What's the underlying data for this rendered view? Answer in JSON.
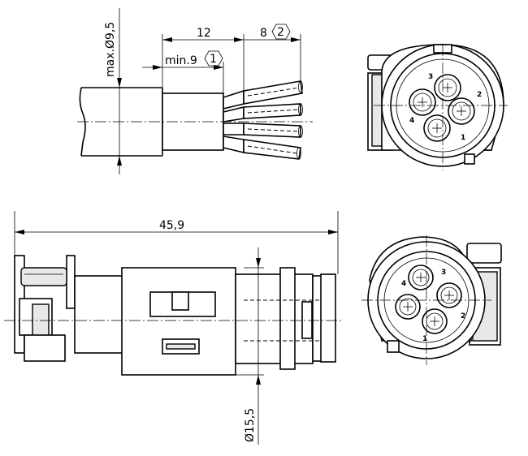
{
  "dimensions": {
    "max_diameter": "max.Ø9,5",
    "length_12": "12",
    "length_8": "8",
    "note_2": "2",
    "min_9": "min.9",
    "note_1": "1",
    "overall_length": "45,9",
    "body_diameter": "Ø15,5"
  },
  "pin_labels_top": [
    "3",
    "2",
    "1",
    "4"
  ],
  "pin_labels_bottom": [
    "4",
    "3",
    "2",
    "1"
  ]
}
